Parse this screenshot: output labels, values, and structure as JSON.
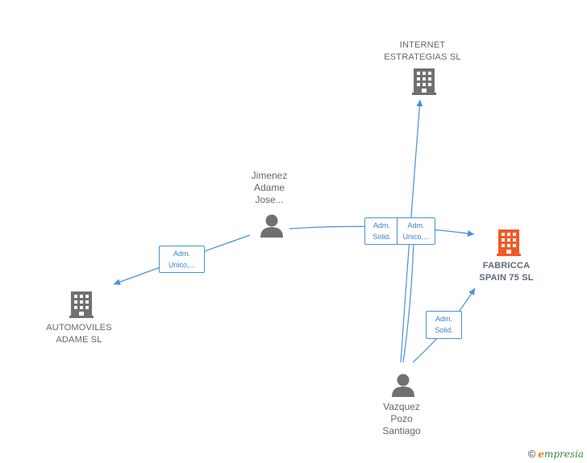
{
  "nodes": {
    "internet": {
      "line1": "INTERNET",
      "line2": "ESTRATEGIAS SL"
    },
    "fabricca": {
      "line1": "FABRICCA",
      "line2": "SPAIN 75  SL"
    },
    "automoviles": {
      "line1": "AUTOMOVILES",
      "line2": "ADAME  SL"
    },
    "jimenez": {
      "line1": "Jimenez",
      "line2": "Adame",
      "line3": "Jose..."
    },
    "vazquez": {
      "line1": "Vazquez",
      "line2": "Pozo",
      "line3": "Santiago"
    }
  },
  "edges": {
    "jimenez_automoviles": {
      "line1": "Adm.",
      "line2": "Unico,..."
    },
    "vazquez_internet": {
      "line1": "Adm.",
      "line2": "Solid."
    },
    "jimenez_fabricca": {
      "line1": "Adm.",
      "line2": "Unico,..."
    },
    "vazquez_fabricca": {
      "line1": "Adm.",
      "line2": "Solid."
    }
  },
  "colors": {
    "edge": "#4a90d9",
    "company": "#707070",
    "focus_company": "#f05a28",
    "person": "#707070"
  },
  "footer": {
    "copyright_symbol": "©",
    "brand_first": "e",
    "brand_rest": "mpresia"
  }
}
